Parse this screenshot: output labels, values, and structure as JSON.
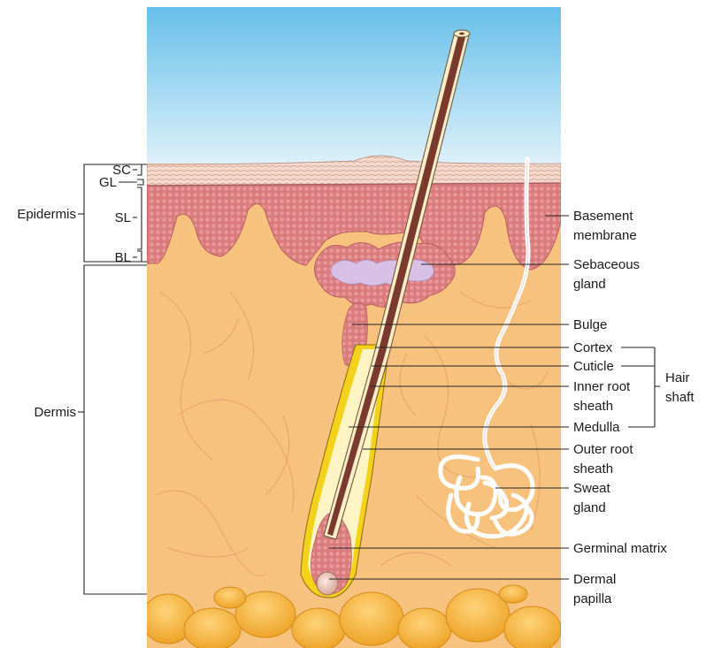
{
  "left_labels": {
    "epidermis": "Epidermis",
    "dermis": "Dermis",
    "sc": "SC",
    "gl": "GL",
    "sl": "SL",
    "bl": "BL"
  },
  "right_labels": {
    "basement_membrane": [
      "Basement",
      "membrane"
    ],
    "sebaceous_gland": [
      "Sebaceous",
      "gland"
    ],
    "bulge": "Bulge",
    "cortex": "Cortex",
    "cuticle": "Cuticle",
    "inner_root_sheath": [
      "Inner root",
      "sheath"
    ],
    "medulla": "Medulla",
    "outer_root_sheath": [
      "Outer root",
      "sheath"
    ],
    "sweat_gland": [
      "Sweat",
      "gland"
    ],
    "germinal_matrix": "Germinal matrix",
    "dermal_papilla": [
      "Dermal",
      "papilla"
    ],
    "hair_shaft": [
      "Hair",
      "shaft"
    ]
  },
  "colors": {
    "sky_top": "#66bfe9",
    "sky_bottom": "#dff1fa",
    "dermis": "#f7c27e",
    "epidermis": "#d97a7c",
    "stratum_corneum": "#f6dccd",
    "sebaceous": "#d8c0e6",
    "hair_cortex": "#7a3a2e",
    "root_sheath_yellow": "#f2d21a",
    "fat": "#f3b02c"
  }
}
